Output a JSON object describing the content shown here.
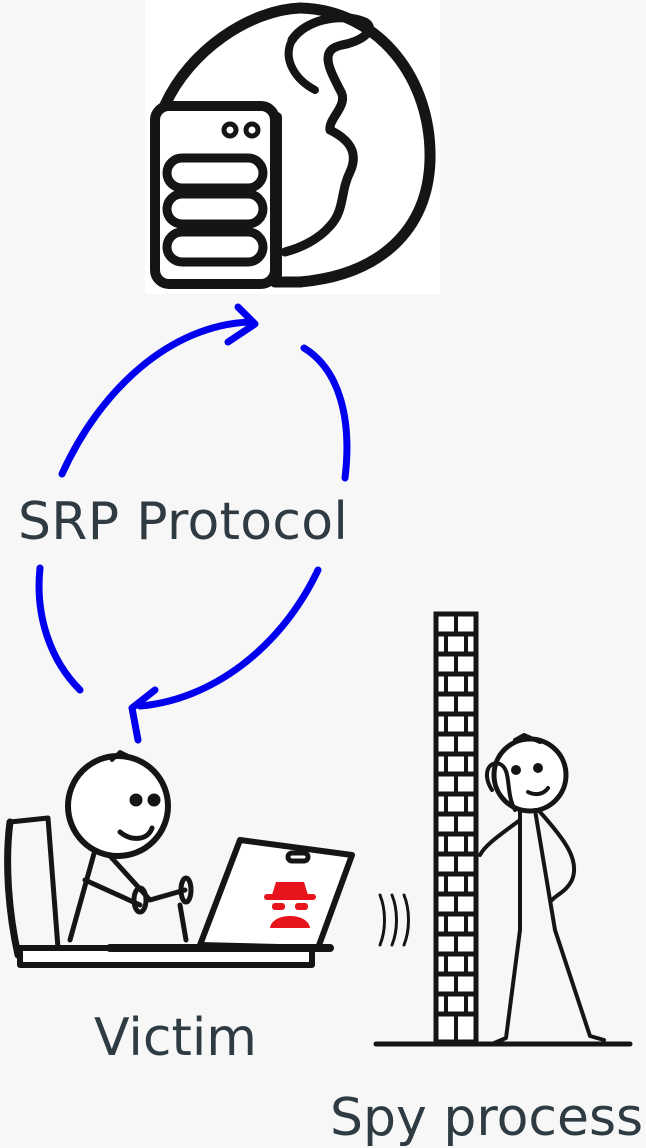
{
  "labels": {
    "protocol": "SRP Protocol",
    "victim": "Victim",
    "spy": "Spy process"
  },
  "icons": {
    "server": "server-globe-icon",
    "victim": "person-at-laptop-icon",
    "spy": "person-listening-behind-wall-icon",
    "malware": "spy-malware-icon"
  },
  "colors": {
    "arrows": "#0000ee",
    "malware": "#e8141c",
    "text": "#2f3b42",
    "ink": "#151515"
  }
}
